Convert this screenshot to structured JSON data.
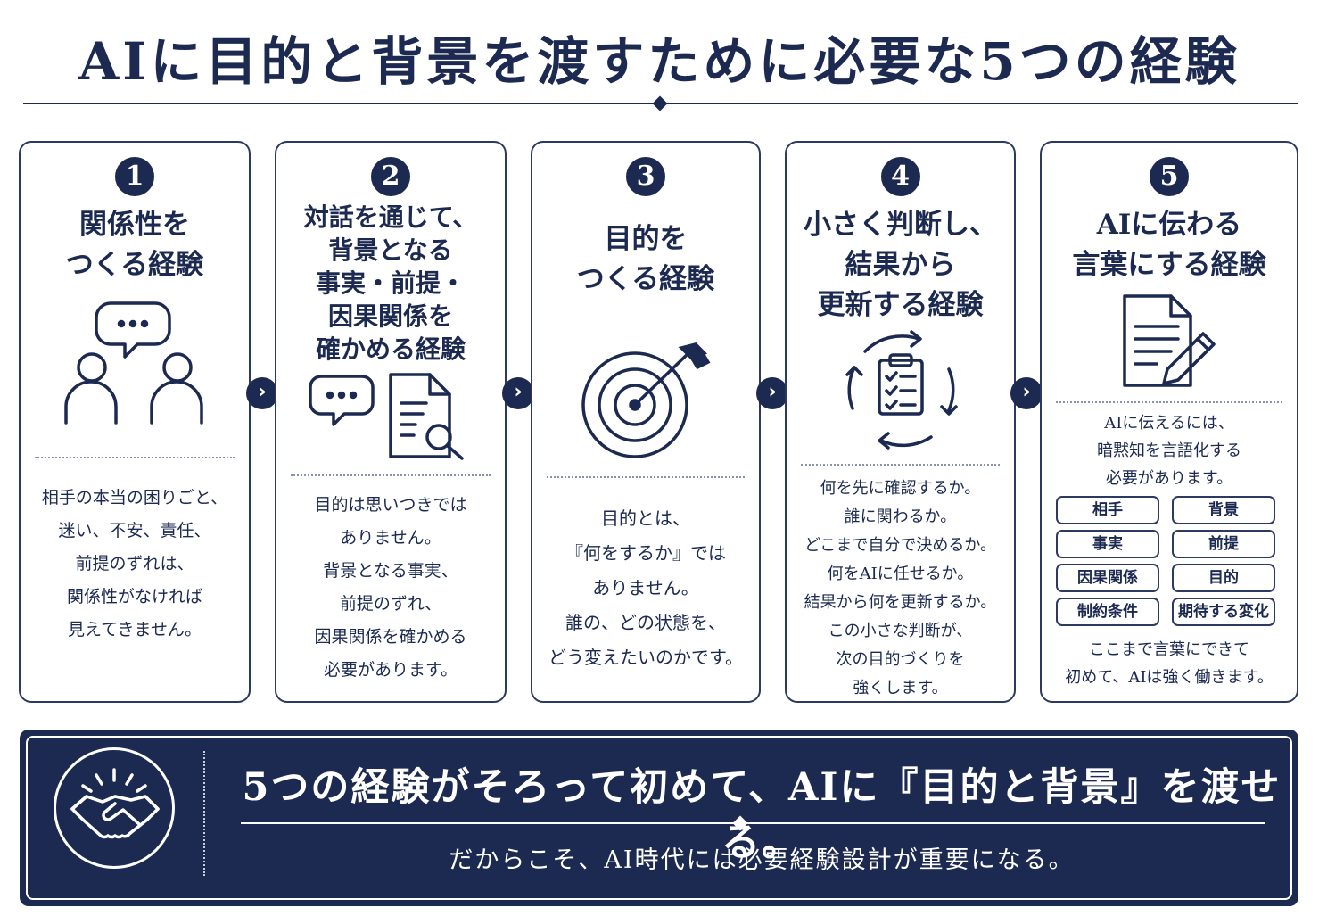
{
  "title": "AIに目的と背景を渡すために必要な5つの経験",
  "cards": [
    {
      "num": "1",
      "title": "関係性を\nつくる経験",
      "icon": "people-speech-icon",
      "body": "相手の本当の困りごと、\n迷い、不安、責任、\n前提のずれは、\n関係性がなければ\n見えてきません。"
    },
    {
      "num": "2",
      "title": "対話を通じて、\n背景となる\n事実・前提・\n因果関係を\n確かめる経験",
      "icon": "speech-document-search-icon",
      "body": "目的は思いつきでは\nありません。\n背景となる事実、\n前提のずれ、\n因果関係を確かめる\n必要があります。"
    },
    {
      "num": "3",
      "title": "目的を\nつくる経験",
      "icon": "target-arrow-icon",
      "body": "目的とは、\n『何をするか』では\nありません。\n誰の、どの状態を、\nどう変えたいのかです。"
    },
    {
      "num": "4",
      "title": "小さく判断し、\n結果から\n更新する経験",
      "icon": "cycle-clipboard-icon",
      "body": "何を先に確認するか。\n誰に関わるか。\nどこまで自分で決めるか。\n何をAIに任せるか。\n結果から何を更新するか。\nこの小さな判断が、\n次の目的づくりを\n強くします。"
    },
    {
      "num": "5",
      "title": "AIに伝わる\n言葉にする経験",
      "icon": "document-pencil-icon",
      "body": "AIに伝えるには、\n暗黙知を言語化する\n必要があります。",
      "tags": [
        "相手",
        "背景",
        "事実",
        "前提",
        "因果関係",
        "目的",
        "制約条件",
        "期待する変化"
      ],
      "footer": "ここまで言葉にできて\n初めて、AIは強く働きます。"
    }
  ],
  "arrow_glyph": "›",
  "banner": {
    "icon": "handshake-icon",
    "main": "5つの経験がそろって初めて、AIに『目的と背景』を渡せる。",
    "sub": "だからこそ、AI時代には必要経験設計が重要になる。"
  },
  "colors": {
    "navy": "#1c2a52",
    "white": "#ffffff"
  }
}
